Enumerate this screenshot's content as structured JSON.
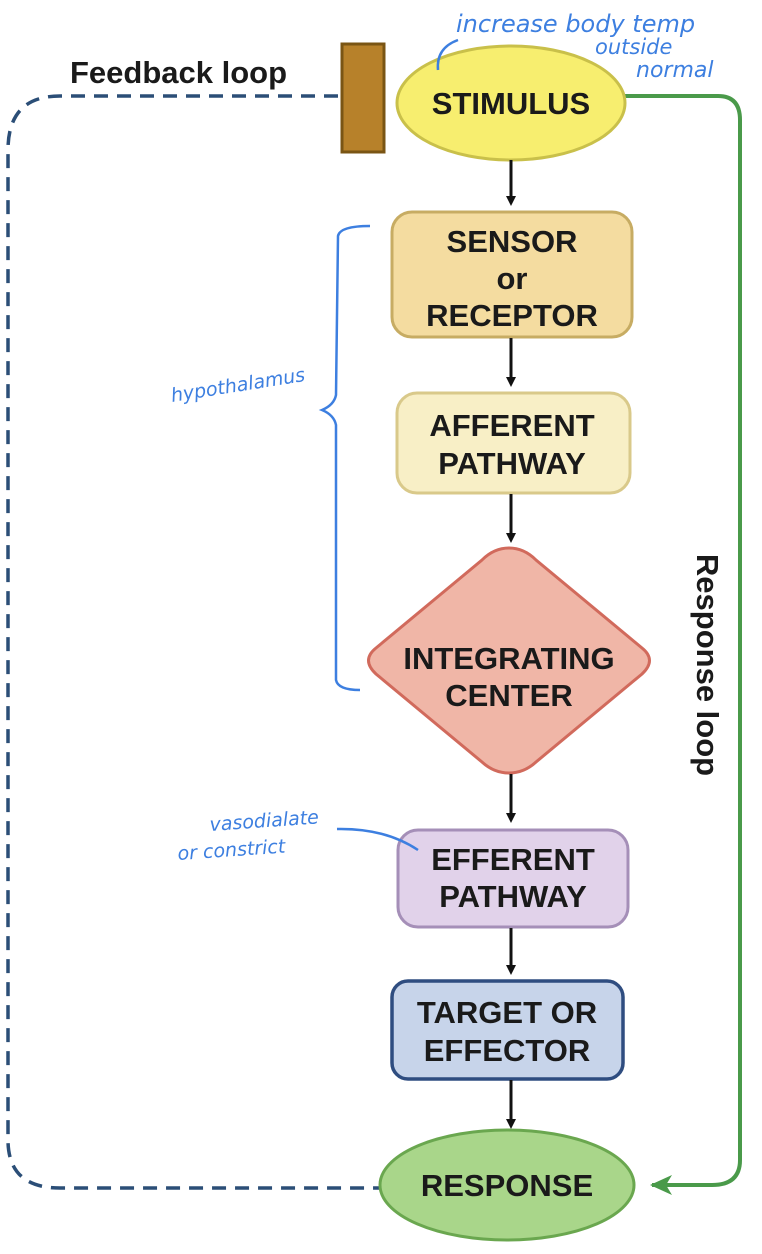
{
  "diagram": {
    "feedback_loop_label": "Feedback loop",
    "response_loop_label": "Response loop",
    "nodes": {
      "stimulus": "STIMULUS",
      "sensor": [
        "SENSOR",
        "or",
        "RECEPTOR"
      ],
      "afferent": [
        "AFFERENT",
        "PATHWAY"
      ],
      "integrating": [
        "INTEGRATING",
        "CENTER"
      ],
      "efferent": [
        "EFFERENT",
        "PATHWAY"
      ],
      "target": [
        "TARGET OR",
        "EFFECTOR"
      ],
      "response": "RESPONSE"
    },
    "colors": {
      "stimulus_fill": "#f7ee6f",
      "sensor_fill": "#f4dca0",
      "afferent_fill": "#f8efc6",
      "integrating_fill": "#f0b6a7",
      "efferent_fill": "#e1d2ea",
      "target_fill": "#c7d4ea",
      "response_fill": "#a9d68a",
      "response_loop_color": "#4a9a4a",
      "feedback_loop_color": "#2b4e77",
      "annotation_color": "#3d7fe0",
      "block_fill": "#b7812a"
    }
  },
  "annotations": {
    "stimulus_note": [
      "increase body temp",
      "outside",
      "normal"
    ],
    "bracket_note": "hypothalamus",
    "efferent_note": [
      "vasodialate",
      "or constrict"
    ]
  }
}
